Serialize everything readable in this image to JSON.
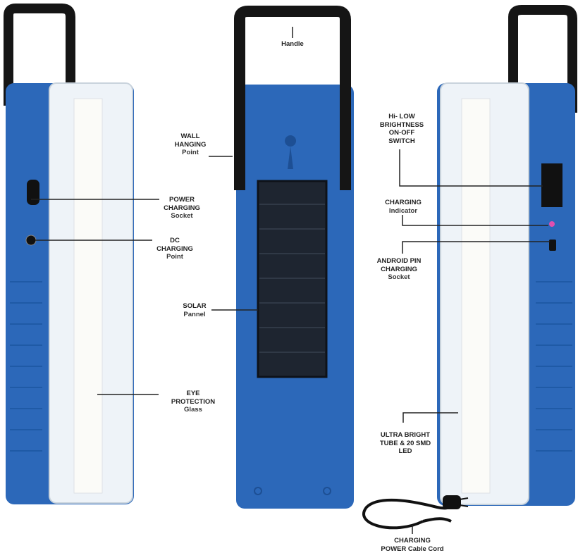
{
  "labels": {
    "handle": [
      "Handle"
    ],
    "wall_hanging": [
      "WALL",
      "HANGING",
      "Point"
    ],
    "power_socket": [
      "POWER",
      "CHARGING",
      "Socket"
    ],
    "dc_point": [
      "DC",
      "CHARGING",
      "Point"
    ],
    "solar": [
      "SOLAR",
      "Pannel"
    ],
    "eye_glass": [
      "EYE",
      "PROTECTION",
      "Glass"
    ],
    "switch": [
      "Hi- LOW",
      "BRIGHTNESS",
      "ON-OFF",
      "SWITCH"
    ],
    "indicator": [
      "CHARGING",
      "Indicator"
    ],
    "android": [
      "ANDROID PIN",
      "CHARGING",
      "Socket"
    ],
    "tube": [
      "ULTRA BRIGHT",
      "TUBE & 20 SMD",
      "LED"
    ],
    "cable": [
      "CHARGING",
      "POWER Cable Cord"
    ]
  },
  "colors": {
    "body": "#2c68b9",
    "handle": "#151515",
    "solar": "#1e2530",
    "glass": "#eef3f8"
  }
}
